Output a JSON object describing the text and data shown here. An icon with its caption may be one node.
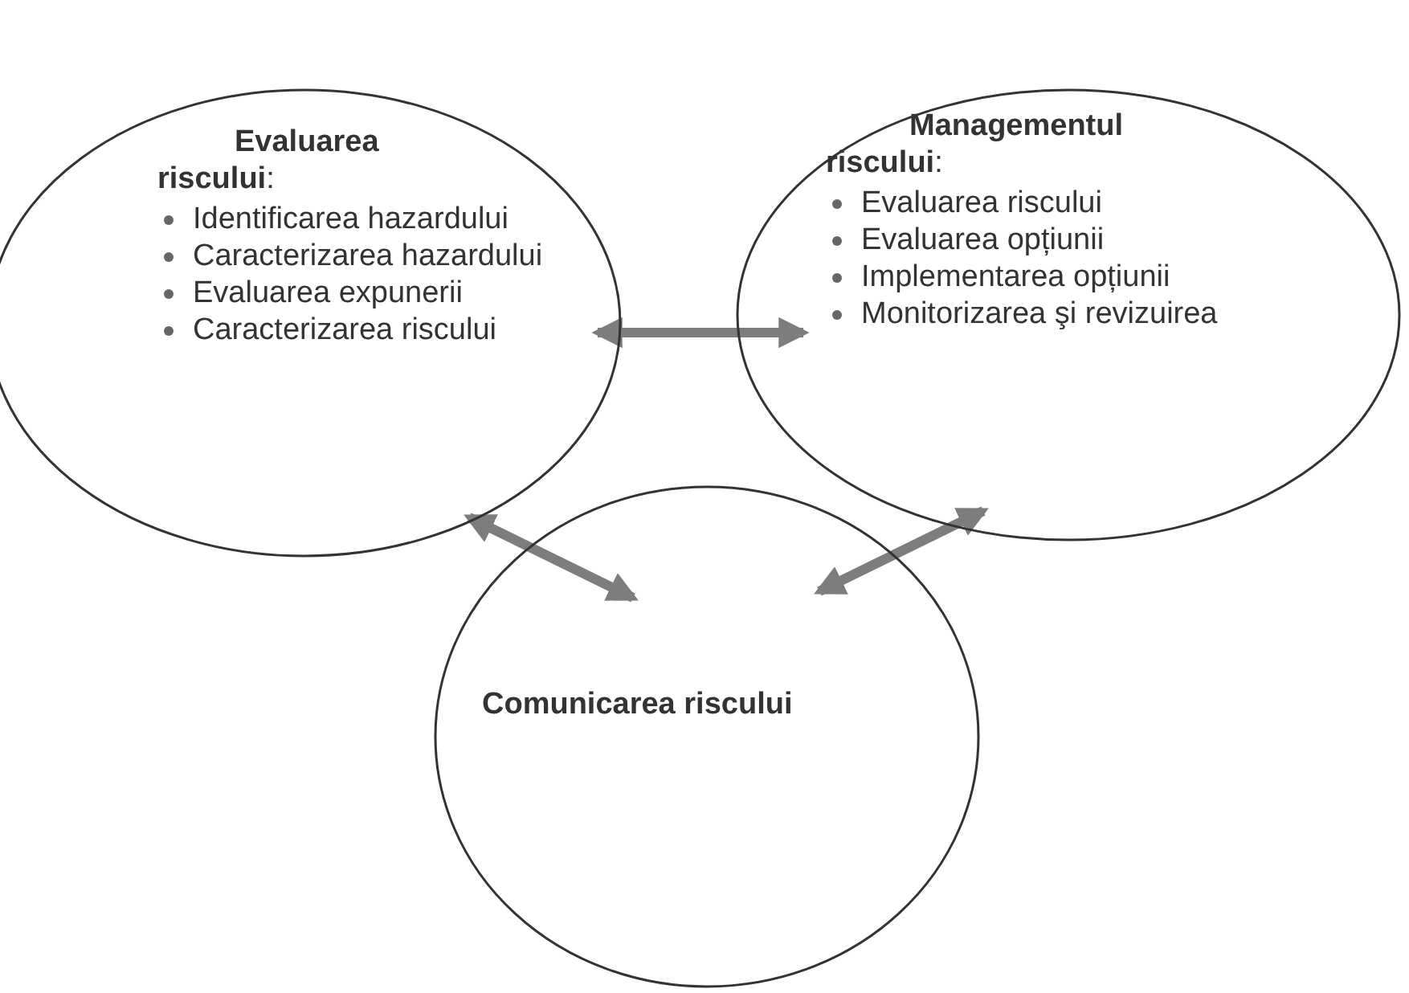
{
  "diagram": {
    "nodes": [
      {
        "text": [
          "**Evaluarea riscului**:",
          "Identificarea hazardului",
          "Caracterizarea hazardului",
          "Evaluarea expunerii",
          "Caracterizarea riscului"
        ]
      },
      {
        "text": [
          "**Managementul riscului**:",
          "Evaluarea riscului",
          "Evaluarea opțiunii",
          "Implementarea opțiunii",
          "Monitorizarea şi revizuirea"
        ]
      },
      {
        "text": [
          "Comunicarea riscului"
        ]
      }
    ],
    "edges": [
      {
        "from": 0,
        "to": 1,
        "arrow": "both"
      },
      {
        "from": 0,
        "to": 2,
        "arrow": "both"
      },
      {
        "from": 1,
        "to": 2,
        "arrow": "both"
      }
    ]
  }
}
